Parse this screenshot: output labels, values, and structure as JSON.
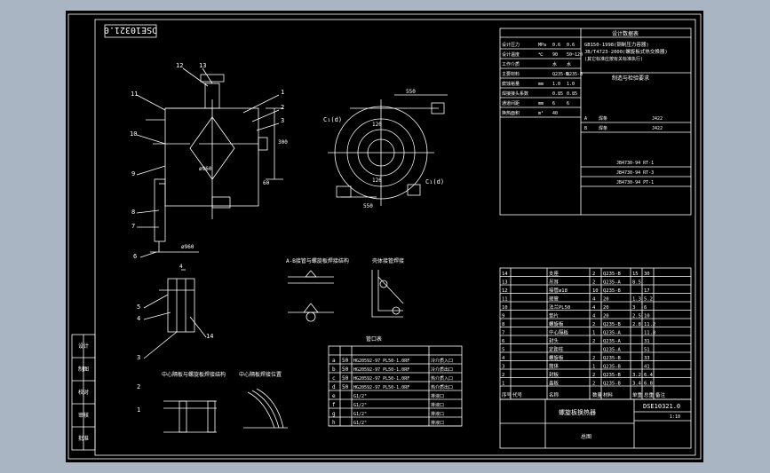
{
  "drawing": {
    "code": "DSE10321.0",
    "code_mirrored": "DSE10321.0",
    "title": "螺旋板换热器",
    "sheet_label": "总图",
    "scale": "1:10"
  },
  "section_views": {
    "a_label": "A-B接管与螺旋板焊接结构",
    "b_label": "壳体接管焊接",
    "c_label": "中心隔板与螺旋板焊接结构",
    "d_label": "中心隔板焊接位置"
  },
  "dimensions": {
    "width_550_top": "550",
    "width_550_bottom": "550",
    "height_300": "300",
    "angle_120_top": "120",
    "angle_120_bottom": "120",
    "dia_ø960": "ø960",
    "dim_60": "60"
  },
  "leaders": {
    "main": [
      "12",
      "13",
      "11",
      "1",
      "2",
      "3",
      "10",
      "9",
      "8",
      "7",
      "6"
    ],
    "detail": [
      "4",
      "5",
      "4",
      "3",
      "14",
      "2",
      "1"
    ],
    "port_labels": [
      "C₁(d)",
      "C₁(d)"
    ]
  },
  "nozzle_table": {
    "title": "管口表",
    "rows": [
      [
        "a",
        "50",
        "HG20592-97 PL50-1.0RF",
        "冷介质入口"
      ],
      [
        "b",
        "50",
        "HG20592-97 PL50-1.0RF",
        "冷介质出口"
      ],
      [
        "c",
        "50",
        "HG20592-97 PL50-1.0RF",
        "热介质入口"
      ],
      [
        "d",
        "50",
        "HG20592-97 PL50-1.0RF",
        "热介质出口"
      ],
      [
        "e",
        "",
        "G1/2\"",
        "排液口"
      ],
      [
        "f",
        "",
        "G1/2\"",
        "排液口"
      ],
      [
        "g",
        "",
        "G1/2\"",
        "排液口"
      ],
      [
        "h",
        "",
        "G1/2\"",
        "排液口"
      ]
    ]
  },
  "design_table": {
    "title": "设计数据表",
    "spec_lines": [
      "GB150-1998(钢制压力容器)",
      "JB/T4723-2000(螺旋板式热交换器)",
      "(其它标准应按有关标准执行)"
    ],
    "subtitle": "制造与检验要求",
    "rows": [
      [
        "设计压力",
        "MPa",
        "0.6",
        "0.6"
      ],
      [
        "设计温度",
        "℃",
        "90",
        "50~120"
      ],
      [
        "工作介质",
        "",
        "水",
        "水"
      ],
      [
        "主要材料",
        "",
        "Q235-B",
        "Q235-B"
      ],
      [
        "腐蚀裕量",
        "mm",
        "1.0",
        "1.0"
      ],
      [
        "焊接接头系数",
        "",
        "0.85",
        "0.85"
      ],
      [
        "通道间距",
        "mm",
        "6",
        "6"
      ],
      [
        "换热面积",
        "m²",
        "40",
        ""
      ]
    ],
    "weld_rows": [
      [
        "A",
        "焊条",
        "J422"
      ],
      [
        "B",
        "焊条",
        "J422"
      ]
    ],
    "standard_rows": [
      "JB4730-94 RT-1",
      "JB4730-94 RT-3",
      "JB4730-94 PT-1"
    ]
  },
  "parts_list": {
    "rows": [
      [
        "14",
        "支座",
        "2",
        "Q235-B",
        "15",
        "30"
      ],
      [
        "13",
        "吊耳",
        "2",
        "Q235-A",
        "8.5",
        ""
      ],
      [
        "12",
        "接管ø18",
        "10",
        "Q235-B",
        "",
        "17"
      ],
      [
        "11",
        "接管",
        "4",
        "20",
        "1.3",
        "5.2"
      ],
      [
        "10",
        "法兰PL50",
        "4",
        "20",
        "3",
        "6"
      ],
      [
        "9",
        "垫片",
        "4",
        "20",
        "2.5",
        "10"
      ],
      [
        "8",
        "螺旋板",
        "2",
        "Q235-B",
        "2.8",
        "11.2"
      ],
      [
        "7",
        "中心隔板",
        "1",
        "Q235-A",
        "",
        "11.8"
      ],
      [
        "6",
        "封头",
        "2",
        "Q235-A",
        "",
        "31"
      ],
      [
        "5",
        "定距柱",
        "",
        "Q235-A",
        "",
        "51"
      ],
      [
        "4",
        "螺旋板",
        "2",
        "Q235-B",
        "",
        "33"
      ],
      [
        "3",
        "筒体",
        "1",
        "Q235-B",
        "",
        "41"
      ],
      [
        "2",
        "封板",
        "2",
        "Q235-B",
        "3.2",
        "6.4"
      ],
      [
        "1",
        "盖板",
        "2",
        "Q235-B",
        "3.4",
        "6.8"
      ]
    ],
    "header": [
      "序号",
      "代号",
      "名称",
      "数量",
      "材料",
      "单重",
      "总重",
      "备注"
    ]
  },
  "title_block_left": [
    "设计",
    "制图",
    "校对",
    "审核",
    "批准"
  ]
}
